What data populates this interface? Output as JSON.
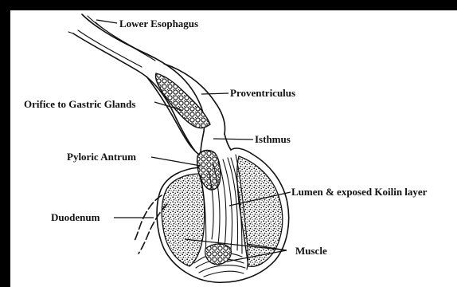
{
  "diagram": {
    "labels": {
      "lower_esophagus": "Lower Esophagus",
      "proventriculus": "Proventriculus",
      "orifice": "Orifice to Gastric Glands",
      "isthmus": "Isthmus",
      "pyloric_antrum": "Pyloric Antrum",
      "lumen_koilin": "Lumen & exposed Koilin layer",
      "duodenum": "Duodenum",
      "muscle": "Muscle"
    }
  },
  "colors": {
    "frame": "#000000",
    "paper": "#ffffff",
    "ink": "#111111"
  }
}
